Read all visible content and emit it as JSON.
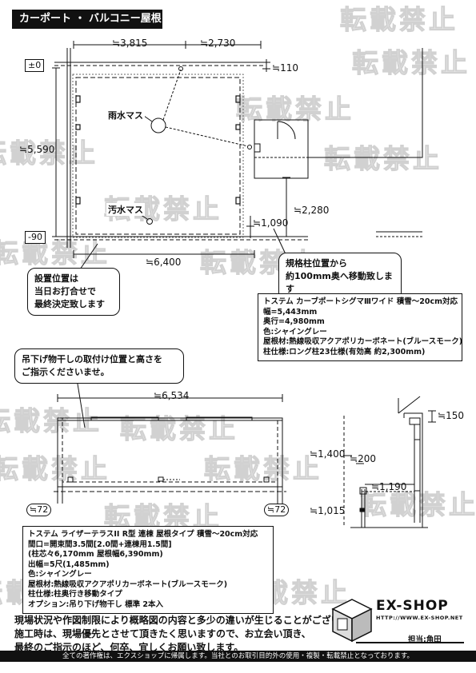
{
  "header": {
    "title": "カーポート ・ バルコニー屋根"
  },
  "watermark": {
    "text": "転載禁止"
  },
  "plan": {
    "dims": {
      "top_left": "≒3,815",
      "top_right": "≒2,730",
      "right_top": "≒110",
      "left_height": "≒5,590",
      "bottom_width": "≒6,400",
      "right_mid": "≒2,280",
      "right_low": "≒1,090"
    },
    "levels": {
      "top": "±0",
      "bottom": "-90"
    },
    "labels": {
      "rain": "雨水マス",
      "sewage": "汚水マス"
    },
    "callout_left": [
      "設置位置は",
      "当日お打合せで",
      "最終決定致します"
    ],
    "callout_right": [
      "規格柱位置から",
      "約100mm奥へ移動致します"
    ],
    "spec": [
      "トステム  カーブポートシグマⅢワイド  積雪～20cm対応",
      "幅=5,443mm",
      "奥行=4,980mm",
      "色:シャイングレー",
      "屋根材:熱線吸収アクアポリカーボネート(ブルースモーク)",
      "柱仕様:ロング柱23仕様(有効高  約2,300mm)"
    ]
  },
  "balcony": {
    "callout": [
      "吊下げ物干しの取付け位置と高さを",
      "ご指示くださいませ。"
    ],
    "dims": {
      "width": "≒6,534",
      "left_bottom": "≒72",
      "right_bottom": "≒72",
      "side_top": "≒150",
      "side_height": "≒1,400",
      "side_200": "≒200",
      "side_1190": "≒1,190",
      "side_1015": "≒1,015"
    },
    "spec": [
      "トステム  ライザーテラスII  R型  連棟  屋根タイプ  積雪～20cm対応",
      "間口=開束間3.5間[2.0間+連棟用1.5間]",
      "   (柱芯々6,170mm  屋根幅6,390mm)",
      "出幅=5尺(1,485mm)",
      "色:シャイングレー",
      "屋根材:熱線吸収アクアポリカーボネート(ブルースモーク)",
      "柱仕様:柱奥行き移動タイプ",
      "オプション:吊り下げ物干し  標準  2本入"
    ]
  },
  "notes": [
    "現場状況や作図制限により概略図の内容と多少の違いが生じることがございます。",
    "施工時は、現場優先とさせて頂きたく思いますので、お立会い頂き、",
    "最終のご指示のほど、何卒、宜しくお願い致します。"
  ],
  "brand": {
    "name": "EX-SHOP",
    "url": "HTTP://WWW.EX-SHOP.NET",
    "person": "担当:角田"
  },
  "footer": {
    "text": "全ての著作権は、エクスショップに帰属します。当社とのお取引目的外の使用・複製・転載禁止となっております。"
  }
}
